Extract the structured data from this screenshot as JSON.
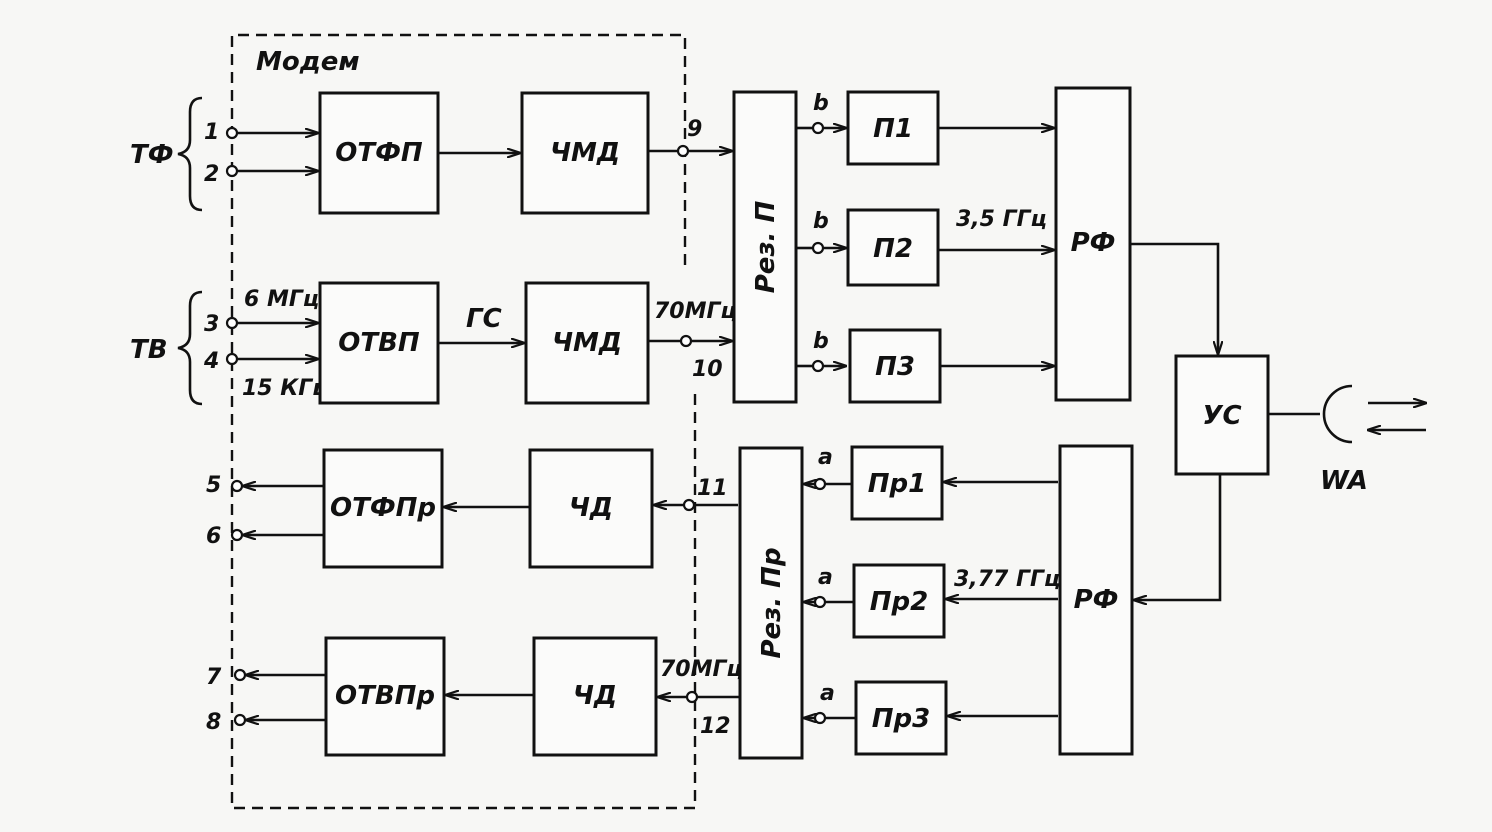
{
  "modem_title": "Модем",
  "groups": {
    "tf": "ТФ",
    "tv": "ТВ"
  },
  "blocks": {
    "otfp": "ОТФП",
    "chmd_top": "ЧМД",
    "otvp": "ОТВП",
    "chmd_tv": "ЧМД",
    "otfpr": "ОТФПр",
    "chd_tf": "ЧД",
    "otvpr": "ОТВПр",
    "chd_tv": "ЧД",
    "rez_p": "Рез. П",
    "rez_pr": "Рез. Пр",
    "p1": "П1",
    "p2": "П2",
    "p3": "П3",
    "pr1": "Пр1",
    "pr2": "Пр2",
    "pr3": "Пр3",
    "rf_tx": "РФ",
    "rf_rx": "РФ",
    "us": "УС"
  },
  "terminals": {
    "t1": "1",
    "t2": "2",
    "t3": "3",
    "t4": "4",
    "t5": "5",
    "t6": "6",
    "t7": "7",
    "t8": "8",
    "t9": "9",
    "t10": "10",
    "t11": "11",
    "t12": "12"
  },
  "labels": {
    "f6mhz": "6 МГц",
    "f15khz": "15 КГц",
    "gs": "ГС",
    "if70_tx": "70МГц",
    "if70_rx": "70МГц",
    "f35ghz": "3,5 ГГц",
    "f377ghz": "3,77 ГГц",
    "b1": "b",
    "b2": "b",
    "b3": "b",
    "a1": "a",
    "a2": "a",
    "a3": "a",
    "antenna": "WA"
  }
}
